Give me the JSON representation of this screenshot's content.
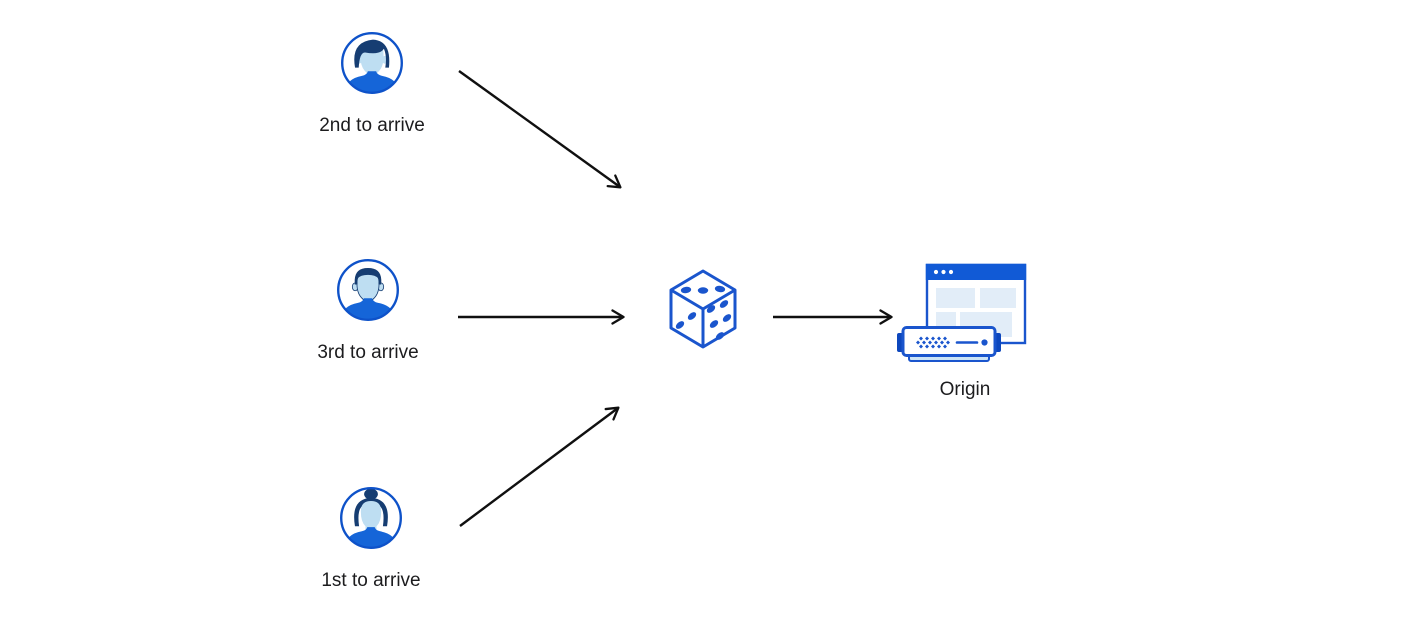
{
  "diagram": {
    "type": "flow-diagram",
    "background": "#ffffff",
    "colors": {
      "outline_blue": "#0e52c9",
      "titlebar_blue": "#115ad6",
      "hair_navy": "#163d72",
      "skin_light_blue": "#bedef2",
      "shirt_blue": "#1565d8",
      "panel_light_blue": "#e2edf8",
      "server_tab_blue": "#0d47bd",
      "server_base_blue": "#cde4f6",
      "arrow_black": "#101010",
      "text_black": "#1c1c1e"
    },
    "users": [
      {
        "label": "2nd to arrive",
        "icon": "man-avatar-icon"
      },
      {
        "label": "3rd to arrive",
        "icon": "man-avatar-icon"
      },
      {
        "label": "1st to arrive",
        "icon": "woman-avatar-icon"
      }
    ],
    "random_selector": {
      "icon": "dice-icon"
    },
    "origin": {
      "label": "Origin",
      "icon": "origin-server-icon"
    },
    "connections": [
      {
        "from": "2nd to arrive",
        "to": "dice"
      },
      {
        "from": "3rd to arrive",
        "to": "dice"
      },
      {
        "from": "1st to arrive",
        "to": "dice"
      },
      {
        "from": "dice",
        "to": "Origin"
      }
    ]
  }
}
